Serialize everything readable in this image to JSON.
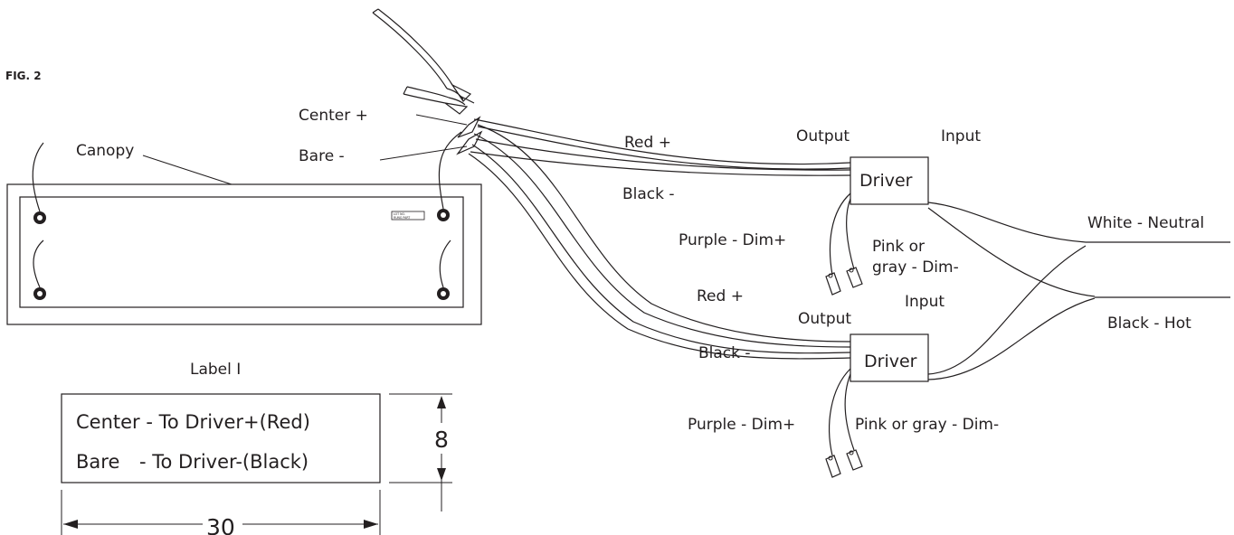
{
  "figure_label": "FIG. 2",
  "canopy": {
    "label": "Canopy",
    "plate_text_1": "LOT NO.",
    "plate_text_2": "RUNG PART"
  },
  "connector": {
    "center_label": "Center +",
    "bare_label": "Bare -"
  },
  "driver_top": {
    "name": "Driver",
    "output_label": "Output",
    "input_label": "Input",
    "red_label": "Red +",
    "black_label": "Black -",
    "purple_label": "Purple - Dim+",
    "pink_label_line1": "Pink or",
    "pink_label_line2": "gray - Dim-"
  },
  "driver_bottom": {
    "name": "Driver",
    "output_label": "Output",
    "input_label": "Input",
    "red_label": "Red +",
    "black_label": "Black -",
    "purple_label": "Purple - Dim+",
    "pink_label": "Pink or gray - Dim-"
  },
  "mains": {
    "neutral_label": "White - Neutral",
    "hot_label": "Black - Hot"
  },
  "label_box": {
    "title": "Label I",
    "line1": "Center - To Driver+(Red)",
    "line2_a": "Bare",
    "line2_b": "- To Driver-(Black)",
    "height_dim": "8",
    "width_dim": "30"
  }
}
